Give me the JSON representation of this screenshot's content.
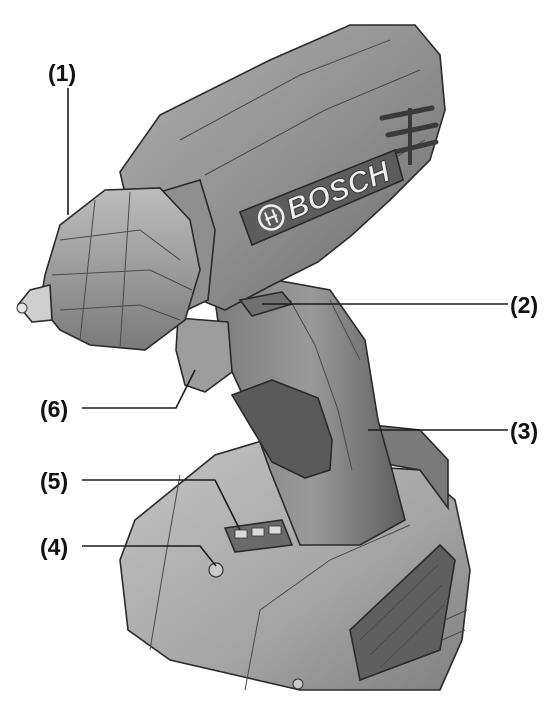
{
  "brand": "BOSCH",
  "callouts": [
    {
      "id": "1",
      "label": "(1)",
      "part": "chuck"
    },
    {
      "id": "2",
      "label": "(2)",
      "part": "direction-switch"
    },
    {
      "id": "3",
      "label": "(3)",
      "part": "battery-release-button"
    },
    {
      "id": "4",
      "label": "(4)",
      "part": "charge-indicator-button"
    },
    {
      "id": "5",
      "label": "(5)",
      "part": "charge-indicator-leds"
    },
    {
      "id": "6",
      "label": "(6)",
      "part": "trigger"
    }
  ],
  "colors": {
    "body_dark": "#6e6e6e",
    "body_light": "#a6a6a6",
    "accent": "#4f4f4f"
  }
}
